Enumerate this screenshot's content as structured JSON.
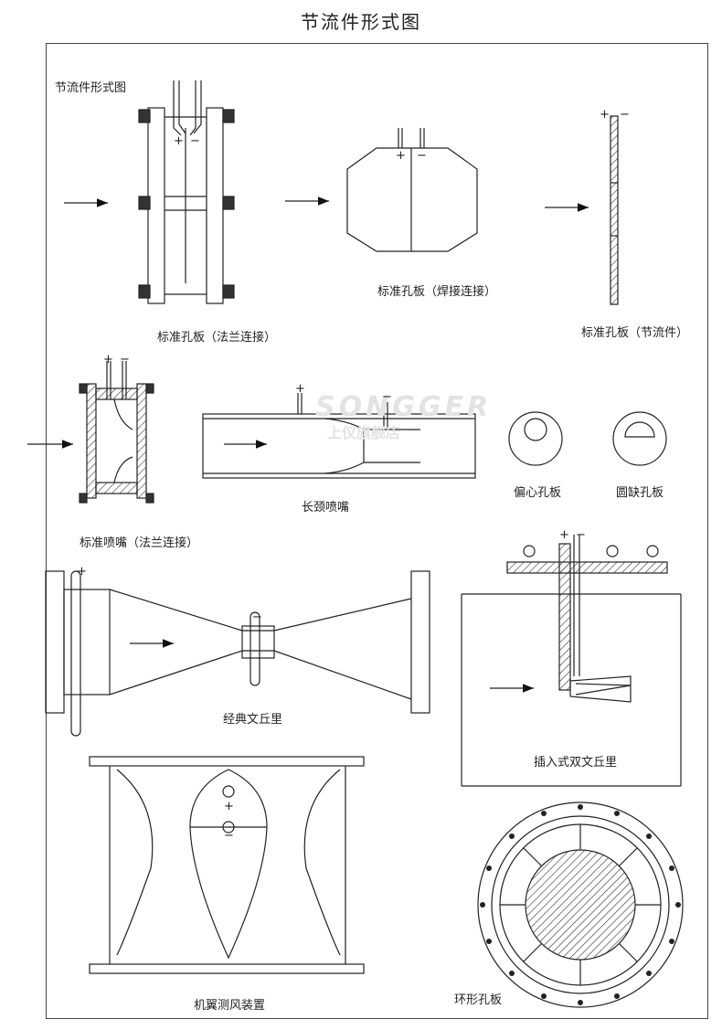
{
  "title": "节流件形式图",
  "inner_title": "节流件形式图",
  "watermark": {
    "brand": "SONGGER",
    "shop": "上仪旗舰店"
  },
  "signs": {
    "plus": "+",
    "minus": "−"
  },
  "labels": {
    "orifice_flange": "标准孔板（法兰连接）",
    "orifice_weld": "标准孔板（焊接连接）",
    "orifice_element": "标准孔板（节流件）",
    "nozzle_flange": "标准喷嘴（法兰连接）",
    "long_nozzle": "长颈喷嘴",
    "eccentric": "偏心孔板",
    "segmental": "圆缺孔板",
    "venturi": "经典文丘里",
    "insert_venturi": "插入式双文丘里",
    "airfoil": "机翼测风装置",
    "annular": "环形孔板"
  }
}
